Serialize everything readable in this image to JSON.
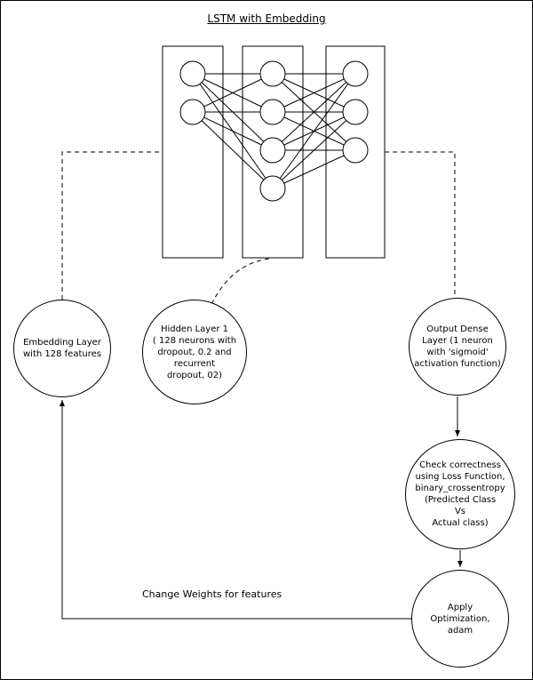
{
  "title": "LSTM with Embedding",
  "nodes": {
    "embedding": {
      "label": "Embedding Layer\nwith 128 features"
    },
    "hidden": {
      "label": "Hidden Layer 1\n( 128 neurons with\ndropout, 0.2 and\nrecurrent\ndropout, 02)"
    },
    "output": {
      "label": "Output Dense\nLayer (1 neuron\nwith 'sigmoid'\nactivation function)"
    },
    "loss": {
      "label": "Check correctness\nusing Loss Function,\nbinary_crossentropy\n(Predicted Class\nVs\nActual class)"
    },
    "optimizer": {
      "label": "Apply\nOptimization,\nadam"
    }
  },
  "labels": {
    "change_weights": "Change Weights for features"
  },
  "network": {
    "layers": [
      2,
      4,
      3
    ]
  },
  "colors": {
    "stroke": "#000000",
    "background": "#ffffff"
  }
}
